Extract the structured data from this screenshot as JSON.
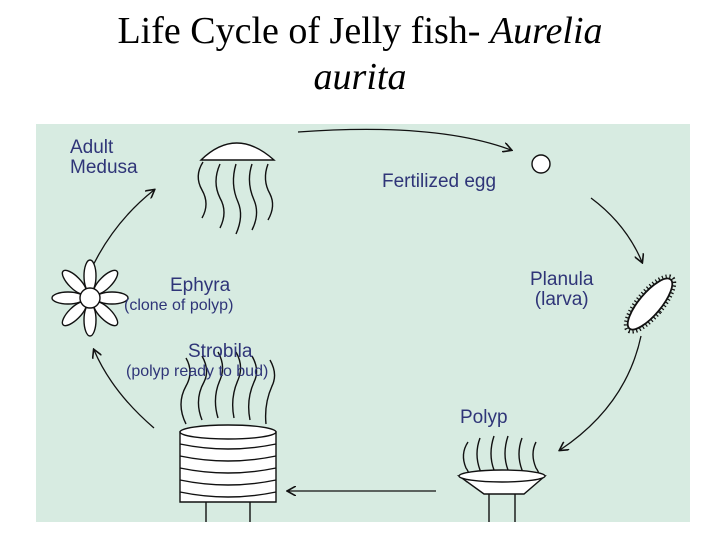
{
  "title": {
    "line1_plain": "Life Cycle of Jelly fish- ",
    "line1_italic": "Aurelia",
    "line2_italic": "aurita"
  },
  "stages": {
    "adult": {
      "line1": "Adult",
      "line2": "Medusa"
    },
    "egg": {
      "label": "Fertilized egg"
    },
    "planula": {
      "line1": "Planula",
      "line2": "(larva)"
    },
    "polyp": {
      "label": "Polyp"
    },
    "strobila": {
      "line1": "Strobila",
      "line2": "(polyp ready to bud)"
    },
    "ephyra": {
      "line1": "Ephyra",
      "line2": "(clone of polyp)"
    }
  },
  "colors": {
    "panel": "#d7ebe1",
    "label_text": "#2f3578",
    "drawing": "#111111"
  }
}
